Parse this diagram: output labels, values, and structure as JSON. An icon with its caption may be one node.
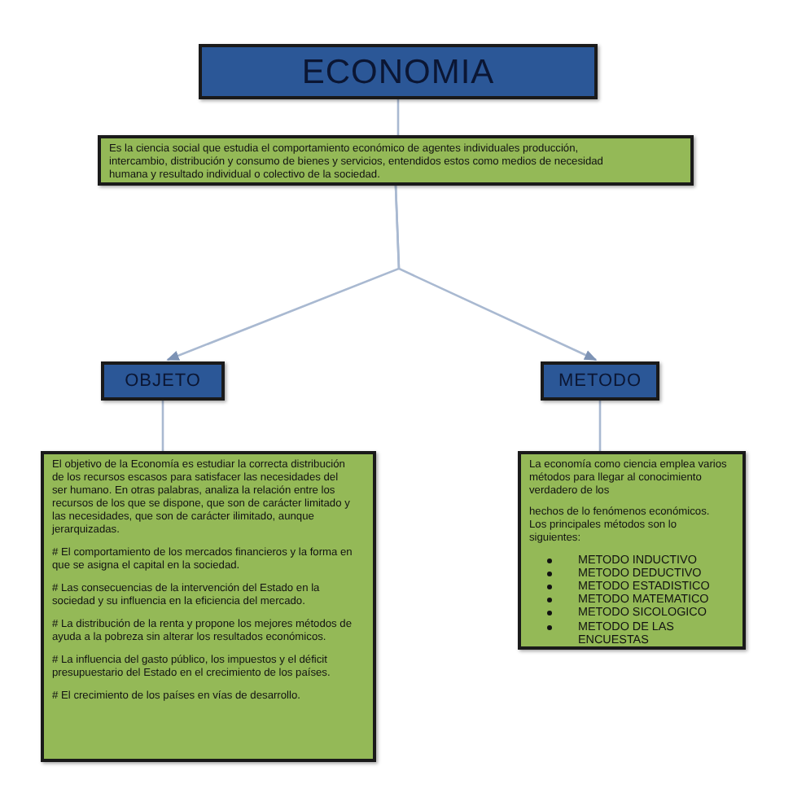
{
  "diagram": {
    "nodes": [
      {
        "text": [
          "ECONOMIA"
        ]
      },
      {
        "text": [
          "Es la ciencia social que estudia el comportamiento económico de agentes individuales producción, intercambio, distribución y consumo de bienes y servicios, entendidos estos como medios de necesidad humana y resultado individual o colectivo de la sociedad."
        ]
      },
      {
        "text": [
          "OBJETO"
        ]
      },
      {
        "text": [
          "METODO"
        ]
      },
      {
        "text": [
          "El objetivo de la Economía es estudiar la correcta distribución de los recursos escasos para satisfacer las necesidades del ser humano. En otras palabras, analiza la relación entre los recursos de los que se dispone, que son de carácter limitado y las necesidades, que son de carácter ilimitado, aunque jerarquizadas.",
          "# El comportamiento de los mercados financieros y la forma en que se asigna el capital en la sociedad.",
          "# Las consecuencias de la intervención del Estado en la sociedad y su influencia en la eficiencia del mercado.",
          "# La distribución de la renta y propone los mejores métodos de ayuda a la pobreza sin alterar los resultados económicos.",
          "# La influencia del gasto público, los impuestos y el déficit presupuestario del Estado en el crecimiento de los países.",
          "# El crecimiento de los países en vías de desarrollo."
        ]
      },
      {
        "text": [
          "La economía como ciencia emplea varios métodos para llegar al conocimiento verdadero de los",
          "hechos de lo fenómenos económicos. Los principales métodos son lo siguientes:",
          "METODO INDUCTIVO",
          "METODO DEDUCTIVO",
          "METODO ESTADISTICO",
          "METODO MATEMATICO",
          "METODO SICOLOGICO",
          "METODO DE LAS ENCUESTAS"
        ]
      }
    ],
    "edges": [
      {
        "from": 0,
        "to": 1,
        "arrow": "none"
      },
      {
        "from": 1,
        "to": 2,
        "arrow": "to"
      },
      {
        "from": 1,
        "to": 3,
        "arrow": "to"
      },
      {
        "from": 2,
        "to": 4,
        "arrow": "none"
      },
      {
        "from": 3,
        "to": 5,
        "arrow": "none"
      }
    ]
  }
}
